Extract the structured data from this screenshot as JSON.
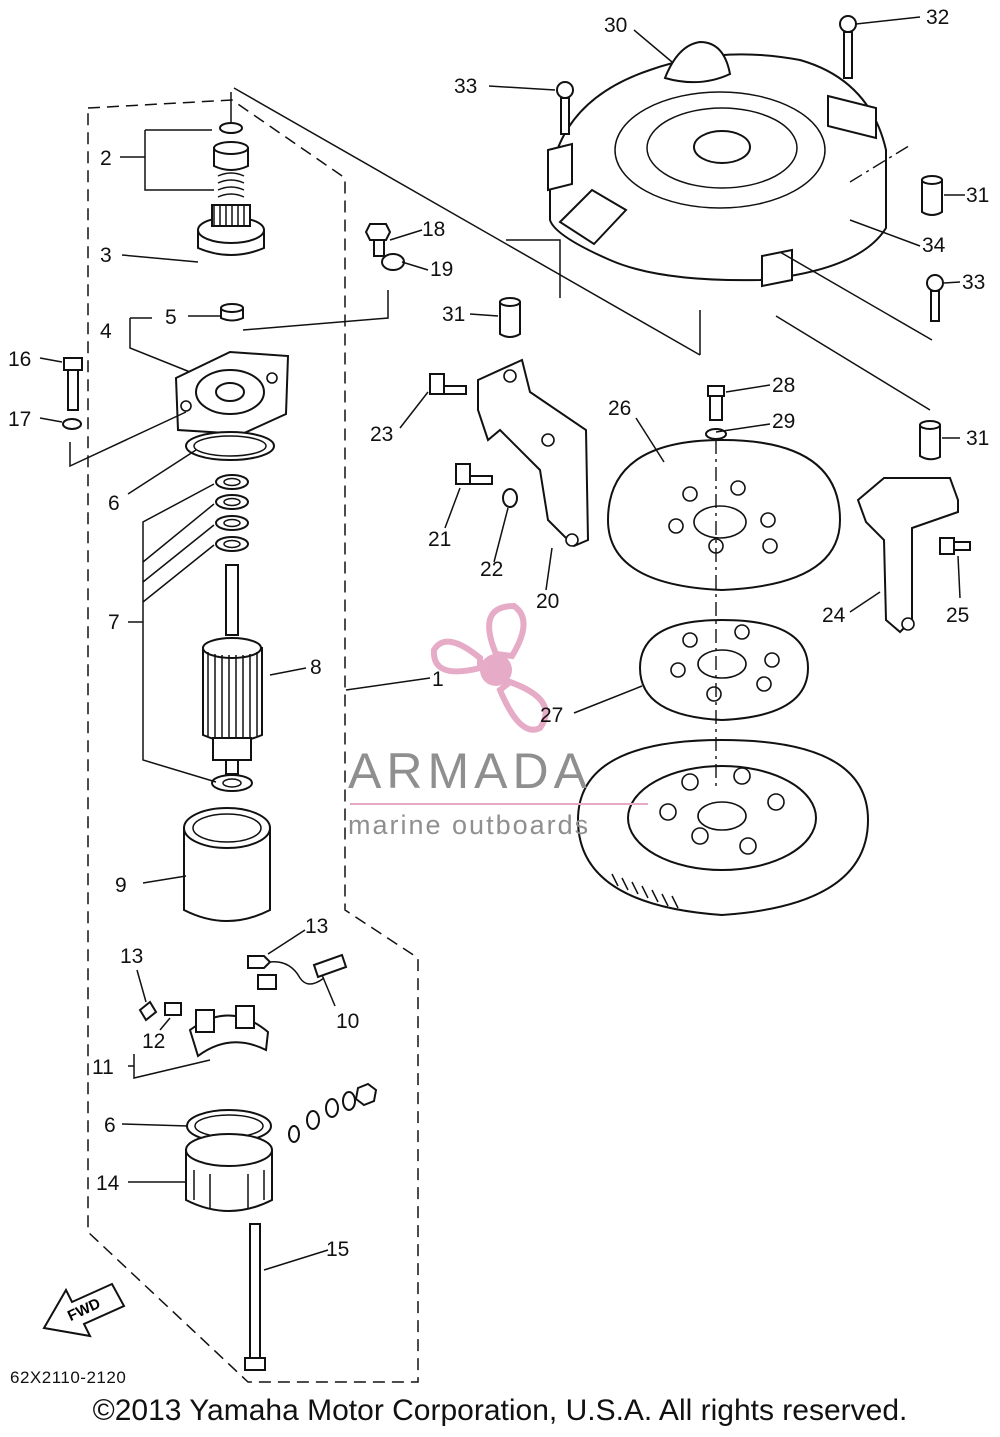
{
  "diagram": {
    "catalog_code": "62X2110-2120",
    "copyright": "©2013 Yamaha Motor Corporation, U.S.A. All rights reserved.",
    "direction_marker": "FWD",
    "watermark": {
      "brand": "ARMADA",
      "tagline": "marine outboards",
      "logo_color": "#e29dbd",
      "text_color": "#8f8f8f"
    },
    "callouts": [
      "1",
      "2",
      "3",
      "4",
      "5",
      "6",
      "7",
      "8",
      "9",
      "10",
      "11",
      "12",
      "13",
      "14",
      "15",
      "16",
      "17",
      "18",
      "19",
      "20",
      "21",
      "22",
      "23",
      "24",
      "25",
      "26",
      "27",
      "28",
      "29",
      "30",
      "31",
      "32",
      "33",
      "34"
    ],
    "labels": {
      "c1": "1",
      "c2": "2",
      "c3": "3",
      "c4": "4",
      "c5": "5",
      "c6a": "6",
      "c6b": "6",
      "c7": "7",
      "c8": "8",
      "c9": "9",
      "c10": "10",
      "c11": "11",
      "c12": "12",
      "c13a": "13",
      "c13b": "13",
      "c14": "14",
      "c15": "15",
      "c16": "16",
      "c17": "17",
      "c18": "18",
      "c19": "19",
      "c20": "20",
      "c21": "21",
      "c22": "22",
      "c23": "23",
      "c24": "24",
      "c25": "25",
      "c26": "26",
      "c27": "27",
      "c28": "28",
      "c29": "29",
      "c30": "30",
      "c31a": "31",
      "c31b": "31",
      "c31c": "31",
      "c32": "32",
      "c33a": "33",
      "c33b": "33",
      "c34": "34"
    }
  }
}
